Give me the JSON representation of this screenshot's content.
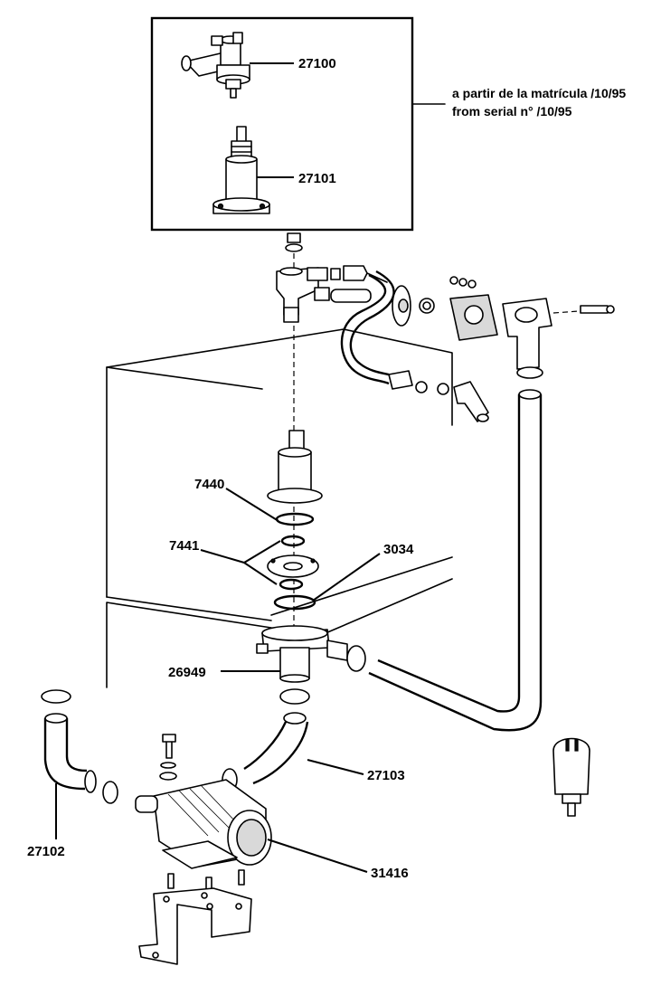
{
  "note": {
    "line_1": "a partir de la matrícula  /10/95",
    "line_2": "from serial n° /10/95"
  },
  "parts": {
    "p27100": "27100",
    "p27101": "27101",
    "p7440": "7440",
    "p7441": "7441",
    "p3034": "3034",
    "p26949": "26949",
    "p27103": "27103",
    "p27102": "27102",
    "p31416": "31416"
  }
}
